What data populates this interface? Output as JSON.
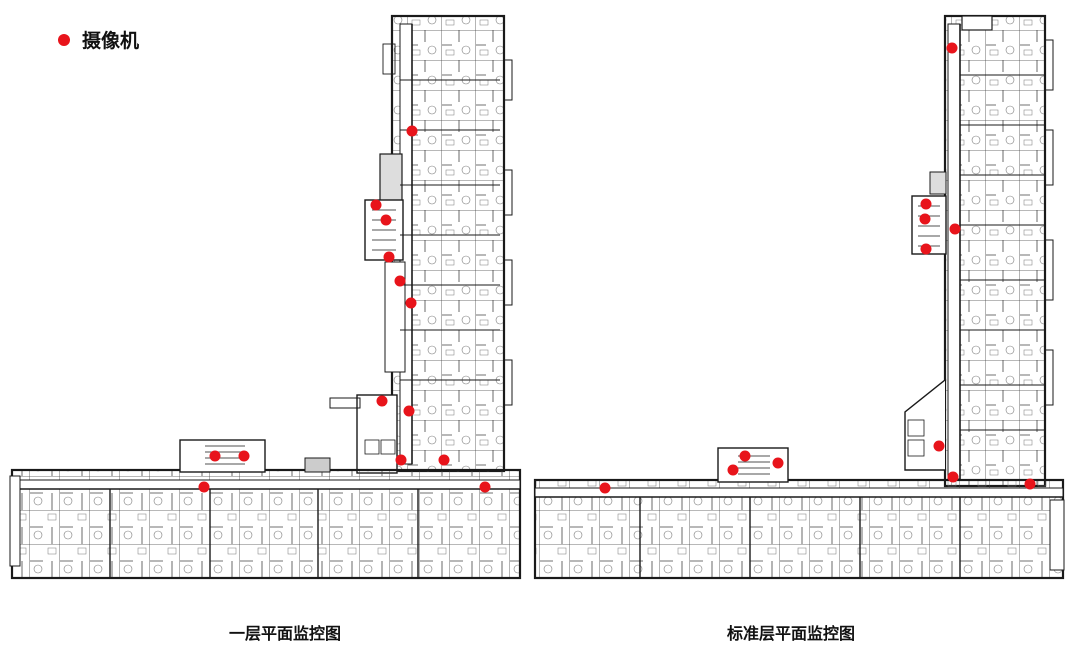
{
  "legend": {
    "label": "摄像机",
    "marker_color": "#e8141b"
  },
  "floors": [
    {
      "caption": "一层平面监控图"
    },
    {
      "caption": "标准层平面监控图"
    }
  ]
}
